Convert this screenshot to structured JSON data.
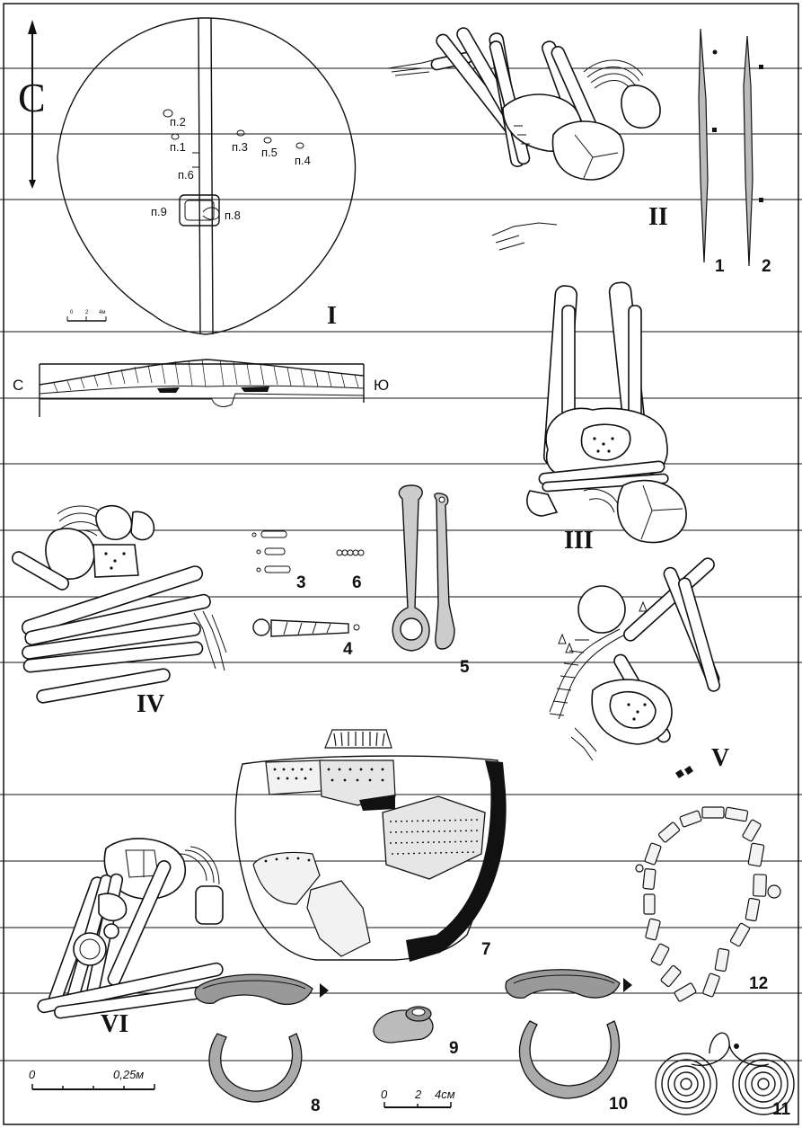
{
  "plan": {
    "north_label": "С",
    "pits": [
      "п.2",
      "п.1",
      "п.6",
      "п.3",
      "п.5",
      "п.4",
      "п.9",
      "п.8"
    ],
    "label": "I"
  },
  "section": {
    "left_label": "С",
    "right_label": "Ю"
  },
  "burials": [
    "II",
    "III",
    "IV",
    "V",
    "VI"
  ],
  "finds": [
    "1",
    "2",
    "3",
    "4",
    "5",
    "6",
    "7",
    "8",
    "9",
    "10",
    "11",
    "12"
  ],
  "scales": {
    "skeleton_start": "0",
    "skeleton_end": "0,25м",
    "finds": [
      "0",
      "2",
      "4см"
    ]
  }
}
